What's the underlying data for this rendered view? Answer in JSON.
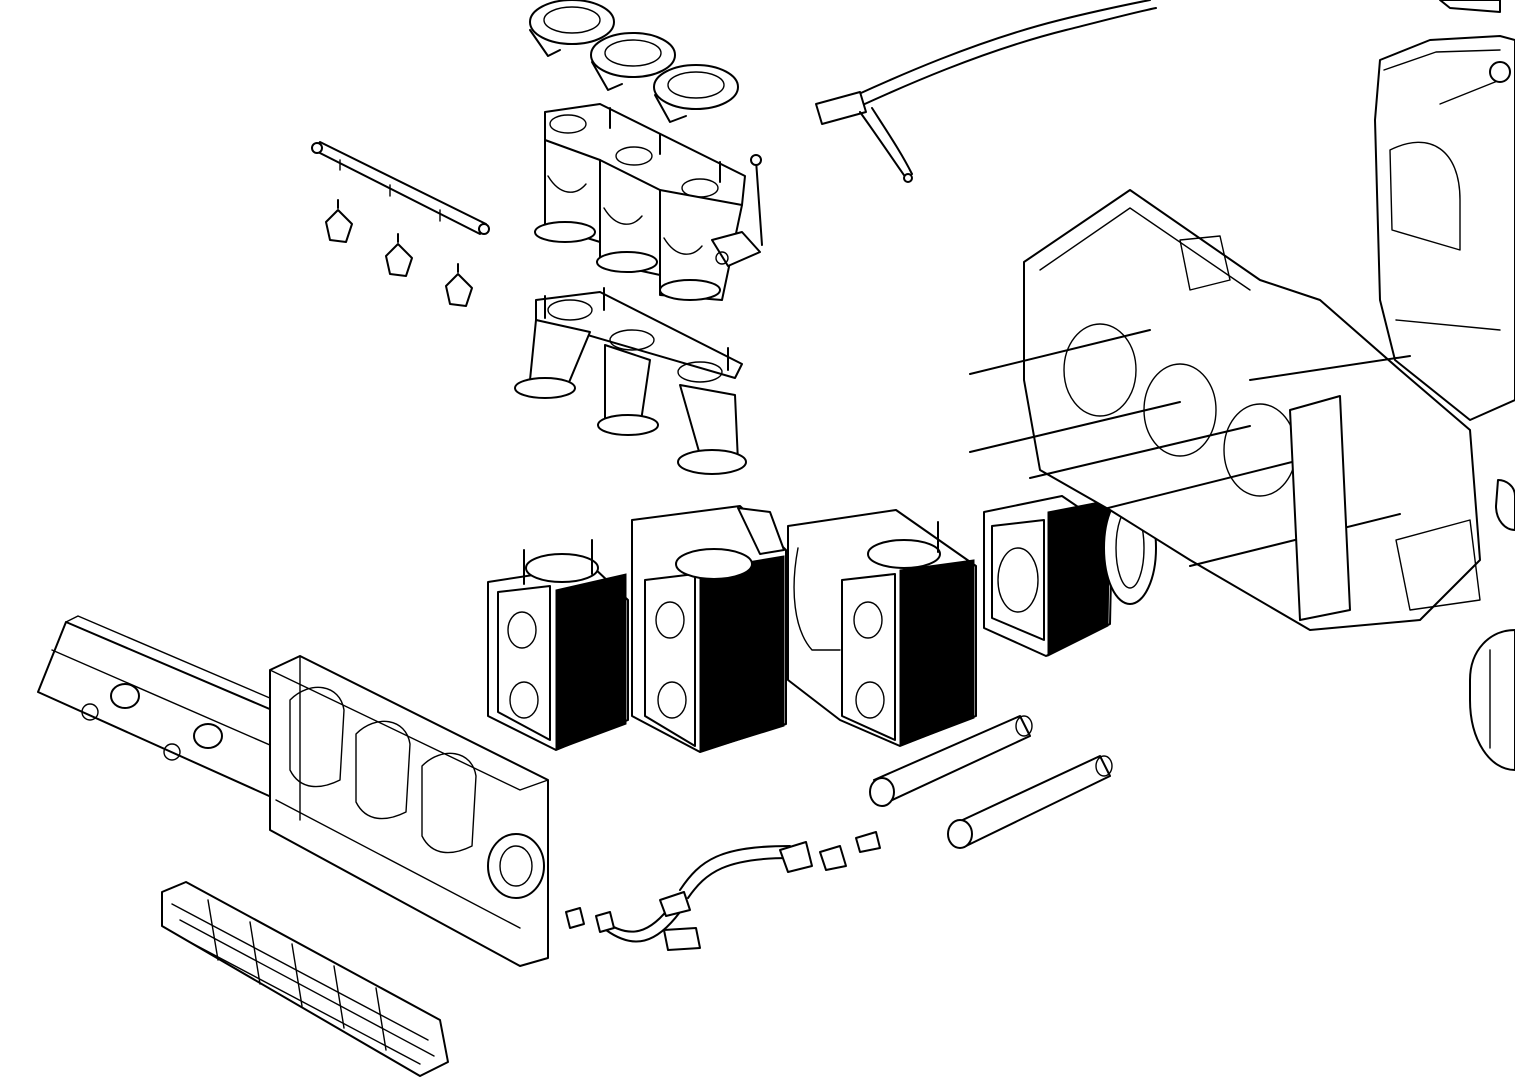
{
  "diagram": {
    "type": "exploded-view line drawing",
    "background_color": "#ffffff",
    "line_color": "#000000",
    "fill_color": "#000000",
    "parts": [
      "air-cleaner-flanges",
      "intake-manifold-upper",
      "intake-manifold-lower",
      "fuel-rail",
      "fuel-injectors",
      "throttle-linkage",
      "breather-hose",
      "cylinder-1",
      "cylinder-2",
      "cylinder-3",
      "cylinder-4",
      "push-rod-tubes",
      "oil-hose",
      "valve-cover",
      "cylinder-head",
      "engine-tin-shroud",
      "crankcase-half",
      "engine-case",
      "crankshaft-pulley"
    ]
  }
}
